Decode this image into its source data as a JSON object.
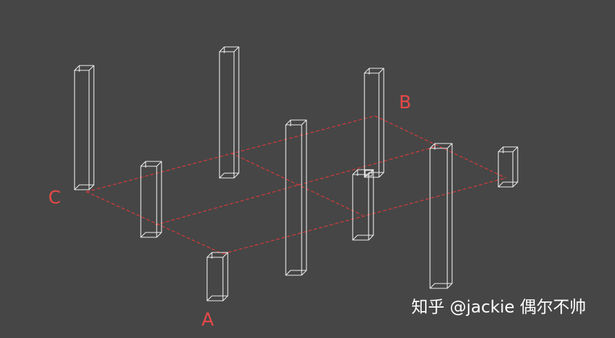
{
  "labels": {
    "a": "A",
    "b": "B",
    "c": "C"
  },
  "watermark": "知乎 @jackie 偶尔不帅",
  "colors": {
    "background": "#464646",
    "column_wire": "#f2f2f2",
    "grid_line": "#d43a3a",
    "label": "#e84848"
  }
}
